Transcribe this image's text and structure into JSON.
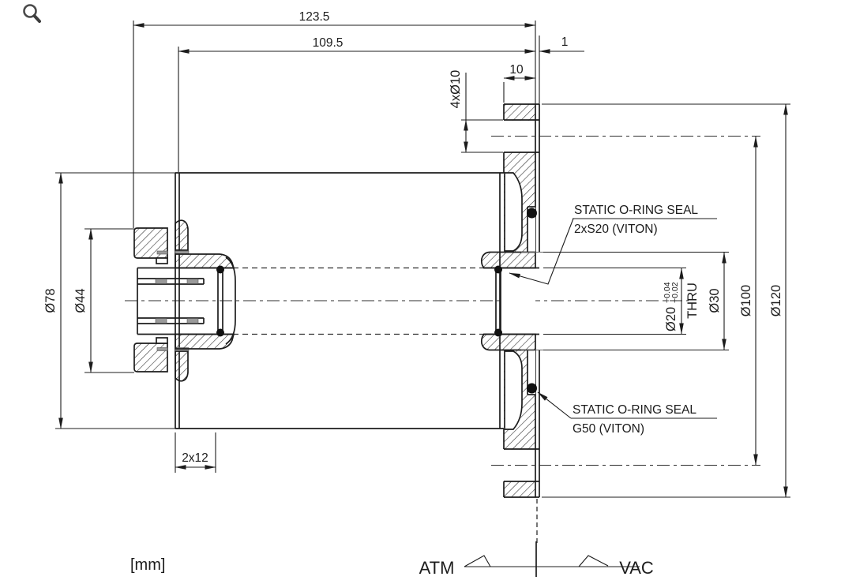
{
  "drawing": {
    "units_note": "[mm]",
    "dimensions": {
      "overall_length": "123.5",
      "body_length": "109.5",
      "face_offset": "1",
      "flange_thickness": "10",
      "bolt_holes": "4xØ10",
      "body_od": "Ø78",
      "cap_od": "Ø44",
      "grooves": "2x12",
      "bore": "Ø20",
      "bore_tol_upper": "+0.04",
      "bore_tol_lower": "+0.02",
      "bore_thru": "THRU",
      "counterbore": "Ø30",
      "bolt_circle": "Ø100",
      "flange_od": "Ø120"
    },
    "labels": {
      "seal1_line1": "STATIC O-RING SEAL",
      "seal1_line2": "2xS20  (VITON)",
      "seal2_line1": "STATIC O-RING SEAL",
      "seal2_line2": "G50  (VITON)"
    },
    "sides": {
      "left": "ATM",
      "right": "VAC"
    },
    "icons": {
      "magnifier": "zoom-magnifier"
    },
    "colors": {
      "line": "#1c1c1c",
      "background": "#ffffff",
      "seal_dot": "#111111"
    }
  }
}
